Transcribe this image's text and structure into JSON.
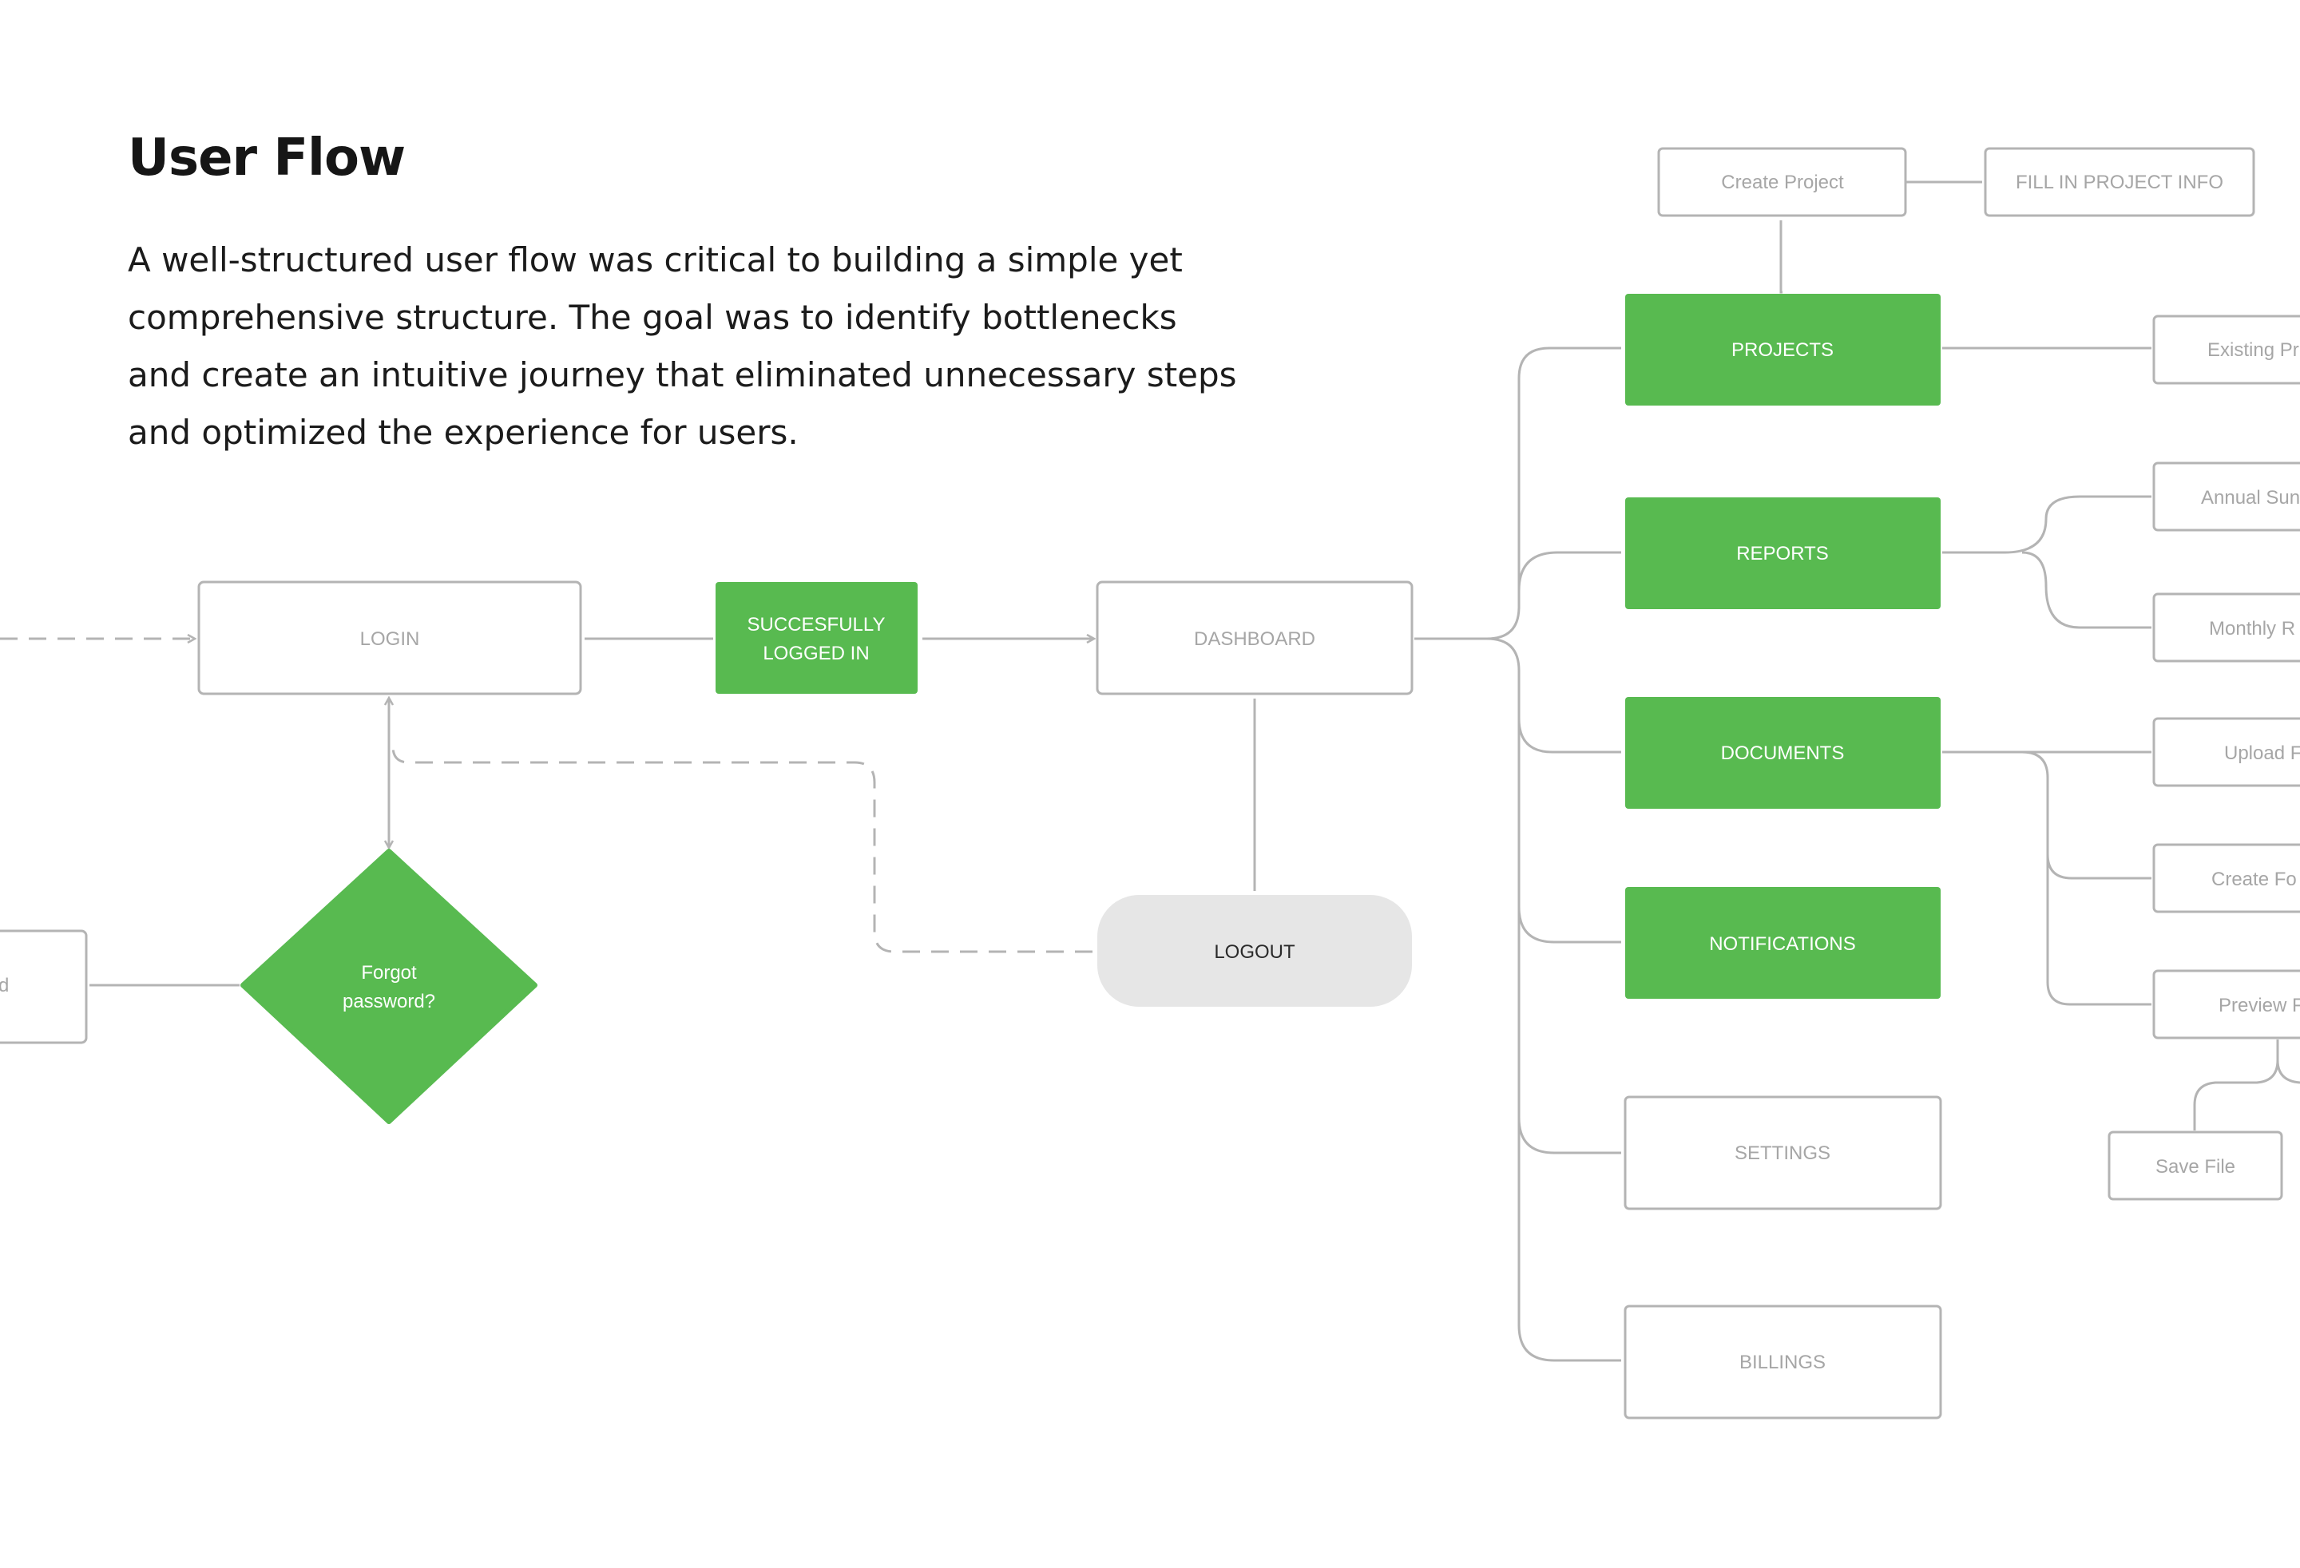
{
  "header": {
    "title": "User Flow",
    "description": "A well-structured user flow was critical to building a simple yet comprehensive structure. The goal was to identify bottlenecks and create an intuitive journey that eliminated unnecessary steps and optimized the experience for users."
  },
  "nodes": {
    "partial_left": "d",
    "login": "LOGIN",
    "logged_in_line1": "SUCCESFULLY",
    "logged_in_line2": "LOGGED IN",
    "dashboard": "DASHBOARD",
    "logout": "LOGOUT",
    "forgot_line1": "Forgot",
    "forgot_line2": "password?",
    "create_project": "Create Project",
    "fill_project_info": "FILL IN PROJECT INFO",
    "projects": "PROJECTS",
    "reports": "REPORTS",
    "documents": "DOCUMENTS",
    "notifications": "NOTIFICATIONS",
    "settings": "SETTINGS",
    "billings": "BILLINGS",
    "existing_projects": "Existing Pr",
    "annual_summary": "Annual Sun",
    "monthly_reports": "Monthly R",
    "upload_file": "Upload F",
    "create_folder": "Create Fo",
    "preview_file": "Preview F",
    "save_file": "Save File"
  },
  "colors": {
    "primary_green": "#58ba50",
    "outline_grey": "#b4b4b4",
    "label_grey": "#a6a6a6",
    "logout_fill": "#e6e6e6"
  }
}
